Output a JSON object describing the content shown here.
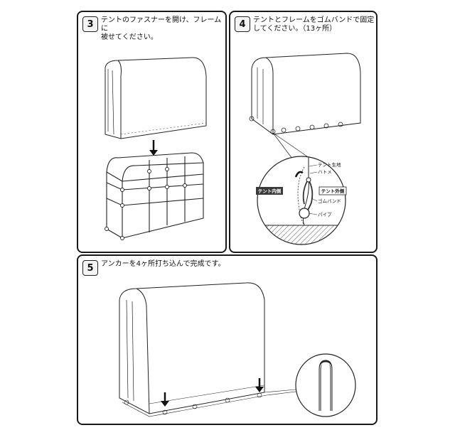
{
  "steps": {
    "s3": {
      "number": "3",
      "text": "テントのファスナーを開け、フレームに\n被せてください。"
    },
    "s4": {
      "number": "4",
      "text": "テントとフレームをゴムバンドで固定\nしてください。（13ヶ所）"
    },
    "s5": {
      "number": "5",
      "text": "アンカーを4ヶ所打ち込んで完成です。"
    }
  },
  "detail": {
    "inner_tag": "テント内側",
    "outer_tag": "テント外側",
    "labels": {
      "fabric": "テント生地",
      "grommet": "ハトメ",
      "band": "ゴムバンド",
      "pipe": "パイプ"
    }
  }
}
